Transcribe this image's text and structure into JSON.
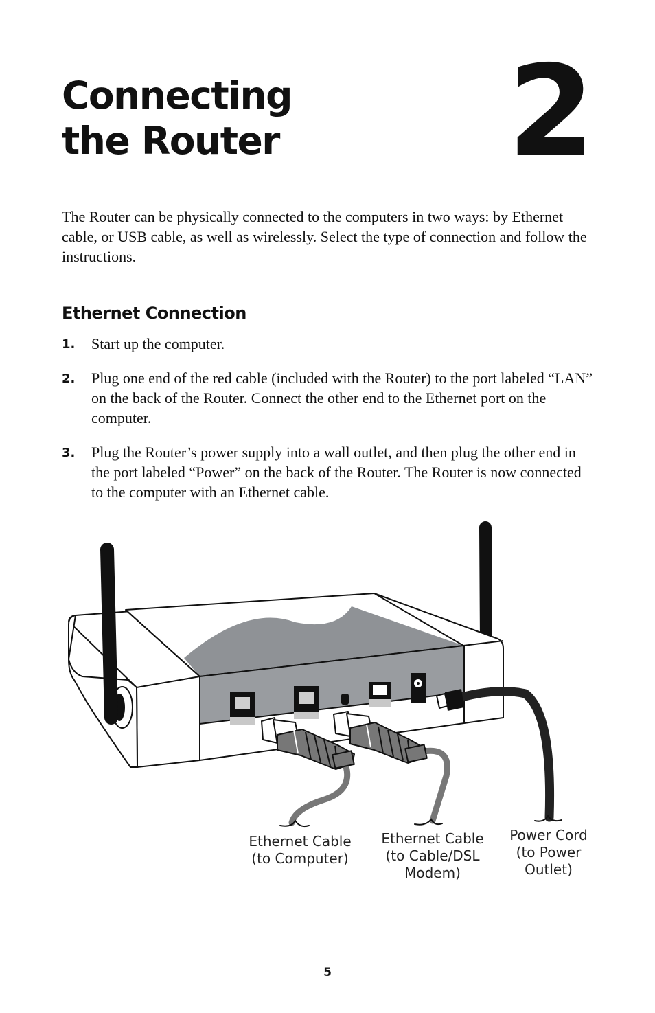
{
  "chapter": {
    "title_line1": "Connecting",
    "title_line2": "the Router",
    "number": "2"
  },
  "intro": "The Router can be physically connected to the computers in two ways: by Ethernet cable, or USB cable, as well as wirelessly. Select the type of connection and follow the instructions.",
  "section": {
    "heading": "Ethernet Connection",
    "steps": [
      {
        "num": "1.",
        "text": "Start up the computer."
      },
      {
        "num": "2.",
        "text": "Plug one end of the red cable (included with the Router) to the port labeled “LAN” on the back of the  Router. Connect the other end to the Ethernet port on the computer."
      },
      {
        "num": "3.",
        "text": "Plug the Router’s power supply into a wall outlet, and then plug the other end in the port labeled “Power” on the back of the Router. The Router is now connected to the computer with an Ethernet cable."
      }
    ]
  },
  "diagram": {
    "callouts": [
      {
        "line1": "Ethernet Cable",
        "line2": "(to Computer)",
        "line3": ""
      },
      {
        "line1": "Ethernet Cable",
        "line2": "(to Cable/DSL",
        "line3": "Modem)"
      },
      {
        "line1": "Power Cord",
        "line2": "(to Power",
        "line3": "Outlet)"
      }
    ],
    "colors": {
      "body_fill": "#ffffff",
      "panel_gray": "#999ca0",
      "top_gray": "#8f9296",
      "cable_gray": "#777777",
      "power_cord": "#222222"
    }
  },
  "page_number": "5"
}
